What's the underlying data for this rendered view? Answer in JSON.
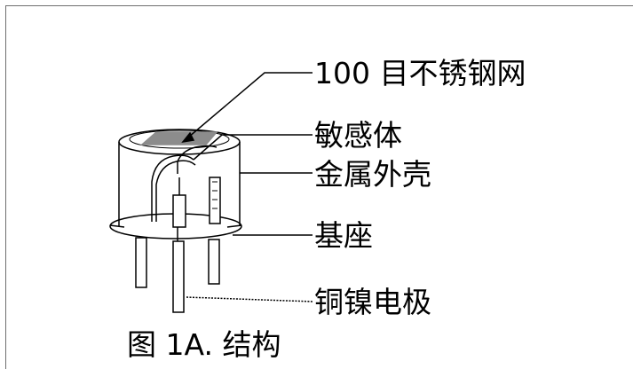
{
  "labels": {
    "mesh": "100 目不锈钢网",
    "sensor": "敏感体",
    "shell": "金属外壳",
    "base": "基座",
    "electrode": "铜镍电极"
  },
  "caption": "图 1A. 结构"
}
